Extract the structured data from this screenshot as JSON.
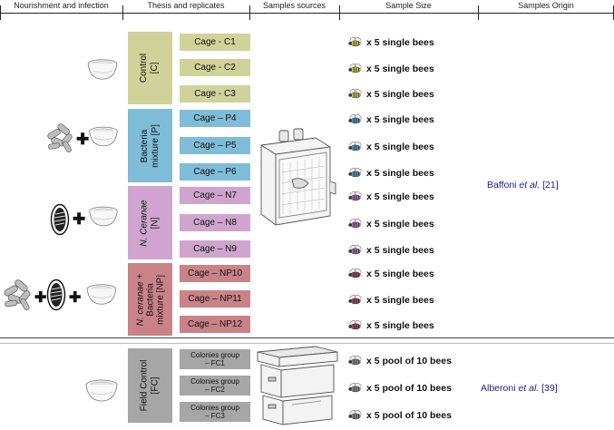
{
  "headers": {
    "nourishment": "Nourishment and infection",
    "thesis": "Thesis and replicates",
    "sources": "Samples sources",
    "size": "Sample Size",
    "origin": "Samples Origin"
  },
  "groups": [
    {
      "label": "Control [C]",
      "line1": "Control",
      "line2": "[C]",
      "color": "#cfd39a",
      "cages": [
        "Cage - C1",
        "Cage - C2",
        "Cage - C3"
      ]
    },
    {
      "label": "Bacteria mixture [P]",
      "line1": "Bacteria",
      "line2": "mixture [P]",
      "color": "#7fbcd8",
      "cages": [
        "Cage – P4",
        "Cage – P5",
        "Cage – P6"
      ]
    },
    {
      "label": "N. Ceranae [N]",
      "line1": "N. Ceranae",
      "line2": "[N]",
      "color": "#cfa5cf",
      "cages": [
        "Cage – N7",
        "Cage – N8",
        "Cage – N9"
      ]
    },
    {
      "label": "N. ceranae + Bacteria mixture [NP]",
      "line1": "N. ceranae +",
      "line2": "Bacteria",
      "line3": "mixture [NP]",
      "color": "#c98388",
      "cages": [
        "Cage – NP10",
        "Cage – NP11",
        "Cage – NP12"
      ]
    },
    {
      "label": "Field Control [FC]",
      "line1": "Field Control",
      "line2": "[FC]",
      "color": "#a6a6a6",
      "cages": [
        "Colonies group – FC1",
        "Colonies group – FC2",
        "Colonies group – FC3"
      ],
      "cage_lines": [
        [
          "Colonies group",
          "– FC1"
        ],
        [
          "Colonies group",
          "– FC2"
        ],
        [
          "Colonies group",
          "– FC3"
        ]
      ]
    }
  ],
  "samples": {
    "single": "x 5 single bees",
    "pool": "x 5 pool of 10 bees"
  },
  "origins": {
    "baffoni": {
      "name": "Baffoni",
      "etal": "et al.",
      "ref": "[21]"
    },
    "alberoni": {
      "name": "Alberoni",
      "etal": "et al.",
      "ref": "[39]"
    }
  },
  "icons": {
    "bee": "bee-icon",
    "feeder": "feeder-bowl-icon",
    "bacteria": "bacteria-icon",
    "spore": "nosema-spore-icon",
    "cage": "cage-box-icon",
    "hive": "beehive-icon"
  },
  "colors": {
    "bee_control": "#bfc44a",
    "bee_bacteria": "#4e93bf",
    "bee_nosema": "#a86aa8",
    "bee_np": "#a24a52",
    "bee_fc": "#8a8a8a",
    "origin_text": "#1a1a9a"
  }
}
